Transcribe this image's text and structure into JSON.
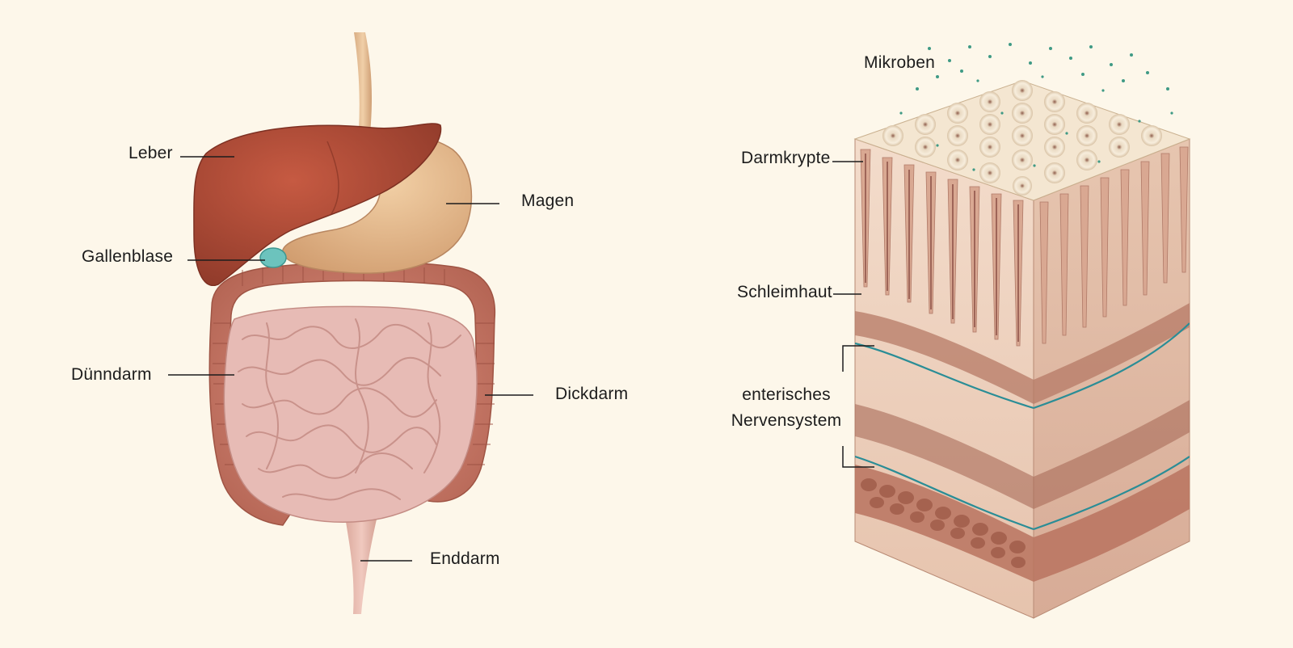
{
  "left_diagram": {
    "labels": {
      "liver": "Leber",
      "stomach": "Magen",
      "gallbladder": "Gallenblase",
      "small_intestine": "Dünndarm",
      "large_intestine": "Dickdarm",
      "rectum": "Enddarm"
    }
  },
  "right_diagram": {
    "labels": {
      "microbes": "Mikroben",
      "crypt": "Darmkrypte",
      "mucosa": "Schleimhaut",
      "ens_line1": "enterisches",
      "ens_line2": "Nervensystem"
    }
  },
  "colors": {
    "background": "#fdf7ea",
    "liver": "#b04a35",
    "stomach": "#e5b98c",
    "gallbladder": "#6cc3bd",
    "intestine": "#e4b3ad",
    "colon": "#c97c6c",
    "tissue": "#ecc8b5",
    "nerve": "#2a8d96",
    "microbes": "#3f9a85"
  }
}
